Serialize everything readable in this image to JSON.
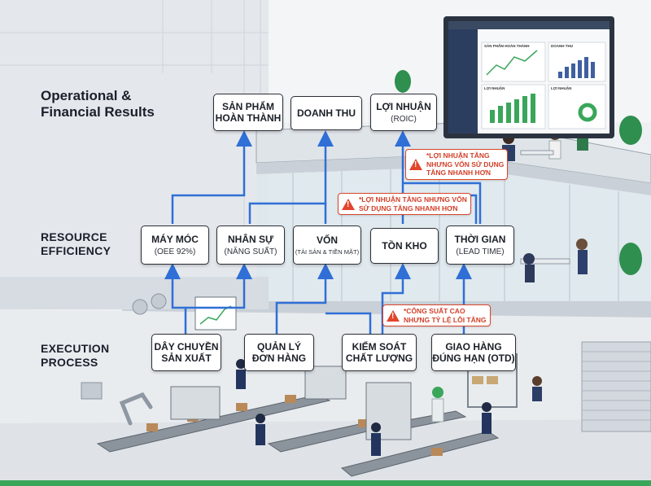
{
  "levels": {
    "results": "Operational &\nFinancial Results",
    "efficiency": "RESOURCE\nEFFICIENCY",
    "execution": "EXECUTION\nPROCESS"
  },
  "results_nodes": [
    {
      "title": "SẢN PHẨM\nHOÀN THÀNH",
      "sub": ""
    },
    {
      "title": "DOANH THU",
      "sub": ""
    },
    {
      "title": "LỢI NHUẬN",
      "sub": "(ROIC)"
    }
  ],
  "efficiency_nodes": [
    {
      "title": "MÁY MÓC",
      "sub": "(OEE 92%)"
    },
    {
      "title": "NHÂN SỰ",
      "sub": "(NĂNG SUẤT)"
    },
    {
      "title": "VỐN",
      "sub": "(TÀI SẢN & TIỀN MẶT)"
    },
    {
      "title": "TỒN KHO",
      "sub": ""
    },
    {
      "title": "THỜI GIAN",
      "sub": "(LEAD TIME)"
    }
  ],
  "execution_nodes": [
    {
      "title": "DÂY CHUYỀN\nSẢN XUẤT",
      "sub": ""
    },
    {
      "title": "QUẢN LÝ\nĐƠN HÀNG",
      "sub": ""
    },
    {
      "title": "KIỂM SOÁT\nCHẤT LƯỢNG",
      "sub": ""
    },
    {
      "title": "GIAO HÀNG\nĐÚNG HẠN (OTD)",
      "sub": ""
    }
  ],
  "callouts": [
    {
      "text": "*LỢI NHUẬN TĂNG\nNHƯNG VỐN SỬ DỤNG\nTĂNG NHANH HƠN"
    },
    {
      "text": "*LỢI NHUẬN TĂNG NHƯNG VỐN\nSỬ DỤNG TĂNG NHANH HƠN"
    },
    {
      "text": "*CÔNG SUẤT CAO\nNHƯNG TỶ LỆ LỖI TĂNG"
    }
  ],
  "dashboard": {
    "panel_1": "SẢN PHẨM HOÀN THÀNH",
    "panel_2": "DOANH THU",
    "panel_3": "LỢI NHUẬN",
    "panel_4": "LỢI NHUẬN"
  },
  "colors": {
    "connector": "#2f6fd6",
    "warning": "#e2452c",
    "chart_green": "#3aa65a",
    "chart_blue": "#3f5f9f"
  }
}
